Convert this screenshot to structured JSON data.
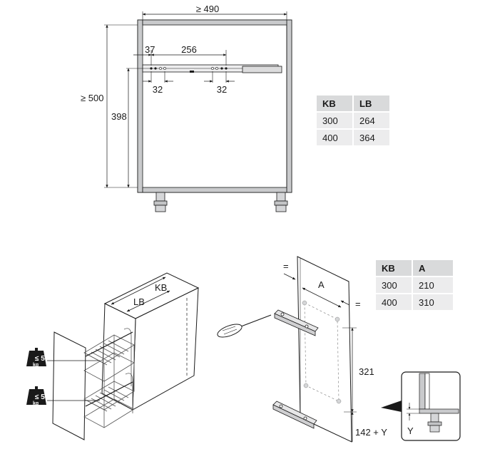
{
  "top_view": {
    "width_label": "≥ 490",
    "height_label": "≥ 500",
    "rail_offset": "37",
    "rail_spacing": "256",
    "hole_pitch_left": "32",
    "hole_pitch_right": "32",
    "rail_height": "398"
  },
  "table_kb_lb": {
    "headers": [
      "KB",
      "LB"
    ],
    "rows": [
      [
        "300",
        "264"
      ],
      [
        "400",
        "364"
      ]
    ]
  },
  "table_kb_a": {
    "headers": [
      "KB",
      "A"
    ],
    "rows": [
      [
        "300",
        "210"
      ],
      [
        "400",
        "310"
      ]
    ]
  },
  "cabinet_view": {
    "kb_label": "KB",
    "lb_label": "LB",
    "load_upper": {
      "value": "≤ 5",
      "unit": "kg"
    },
    "load_lower": {
      "value": "≤ 5",
      "unit": "kg"
    }
  },
  "mount_view": {
    "equal_left": "=",
    "equal_right": "=",
    "a_label": "A",
    "height_label": "321",
    "bottom_label": "142 + Y",
    "y_label": "Y"
  }
}
